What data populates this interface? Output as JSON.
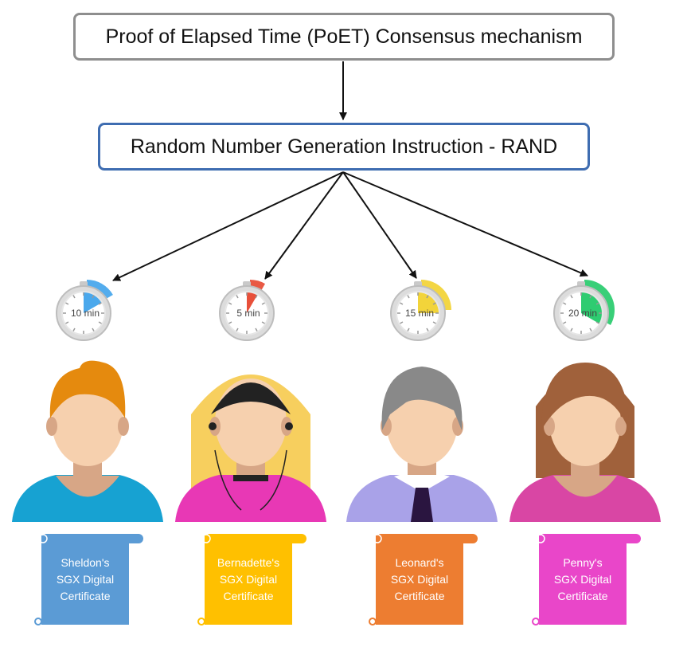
{
  "diagram": {
    "title": "Proof of Elapsed Time (PoET) Consensus mechanism",
    "instruction": "Random Number Generation Instruction - RAND"
  },
  "participants": [
    {
      "name": "Sheldon",
      "timer": "10 min",
      "timer_minutes": 10,
      "timer_color": "#4aa8ec",
      "certificate": [
        "Sheldon's",
        "SGX Digital",
        "Certificate"
      ],
      "certificate_color": "#5b9bd5"
    },
    {
      "name": "Bernadette",
      "timer": "5 min",
      "timer_minutes": 5,
      "timer_color": "#e8503a",
      "certificate": [
        "Bernadette's",
        "SGX Digital",
        "Certificate"
      ],
      "certificate_color": "#ffc000"
    },
    {
      "name": "Leonard",
      "timer": "15 min",
      "timer_minutes": 15,
      "timer_color": "#f2d43a",
      "certificate": [
        "Leonard's",
        "SGX Digital",
        "Certificate"
      ],
      "certificate_color": "#ed7d31"
    },
    {
      "name": "Penny",
      "timer": "20 min",
      "timer_minutes": 20,
      "timer_color": "#2ecc71",
      "certificate": [
        "Penny's",
        "SGX Digital",
        "Certificate"
      ],
      "certificate_color": "#e946c9"
    }
  ]
}
